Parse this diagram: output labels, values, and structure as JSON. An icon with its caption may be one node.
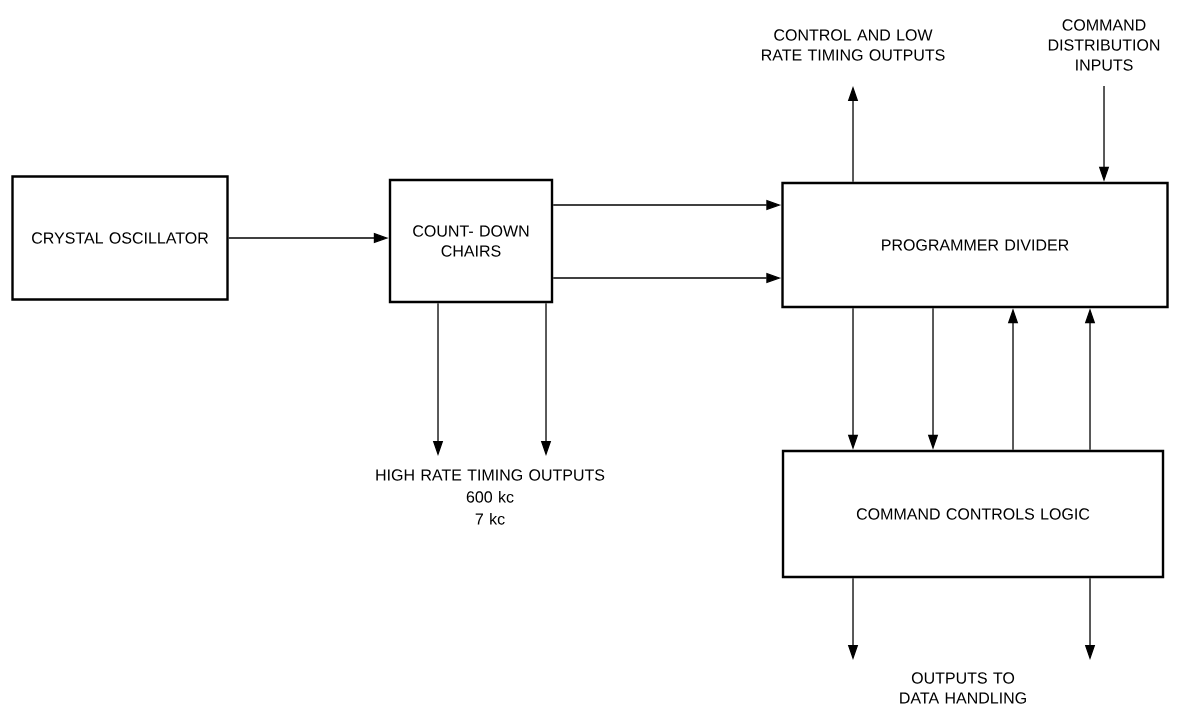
{
  "diagram": {
    "nodes": [
      {
        "text": [
          "CRYSTAL OSCILLATOR"
        ]
      },
      {
        "text": [
          "COUNT- DOWN CHAIRS"
        ]
      },
      {
        "text": [
          "PROGRAMMER DIVIDER"
        ]
      },
      {
        "text": [
          "COMMAND CONTROLS LOGIC"
        ]
      },
      {
        "text": [
          "CONTROL AND LOW RATE TIMING OUTPUTS"
        ]
      },
      {
        "text": [
          "COMMAND DISTRIBUTION INPUTS"
        ]
      },
      {
        "text": [
          "HIGH RATE TIMING OUTPUTS",
          "600 kc",
          "7 kc"
        ]
      },
      {
        "text": [
          "OUTPUTS TO DATA HANDLING"
        ]
      }
    ],
    "edges": [
      {
        "from": 0,
        "to": 1,
        "arrow": "to"
      },
      {
        "from": 1,
        "to": 2,
        "arrow": "to"
      },
      {
        "from": 1,
        "to": 2,
        "arrow": "to"
      },
      {
        "from": 2,
        "to": 4,
        "arrow": "to"
      },
      {
        "from": 5,
        "to": 2,
        "arrow": "to"
      },
      {
        "from": 1,
        "to": 6,
        "arrow": "to"
      },
      {
        "from": 1,
        "to": 6,
        "arrow": "to"
      },
      {
        "from": 2,
        "to": 3,
        "arrow": "to"
      },
      {
        "from": 2,
        "to": 3,
        "arrow": "to"
      },
      {
        "from": 3,
        "to": 2,
        "arrow": "to"
      },
      {
        "from": 3,
        "to": 2,
        "arrow": "to"
      },
      {
        "from": 3,
        "to": 7,
        "arrow": "to"
      },
      {
        "from": 3,
        "to": 7,
        "arrow": "to"
      }
    ]
  }
}
